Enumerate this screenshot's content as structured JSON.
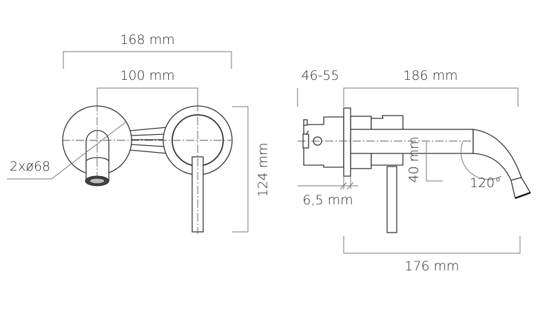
{
  "front_view": {
    "overall_width": "168 mm",
    "center_distance": "100 mm",
    "height": "124 mm",
    "rosette_diameter": "2xø68"
  },
  "side_view": {
    "wall_range": "46-55",
    "spout_reach": "186 mm",
    "plate_thickness": "6,5 mm",
    "spout_height": "40 mm",
    "spout_angle": "120°",
    "lever_reach": "176 mm"
  }
}
